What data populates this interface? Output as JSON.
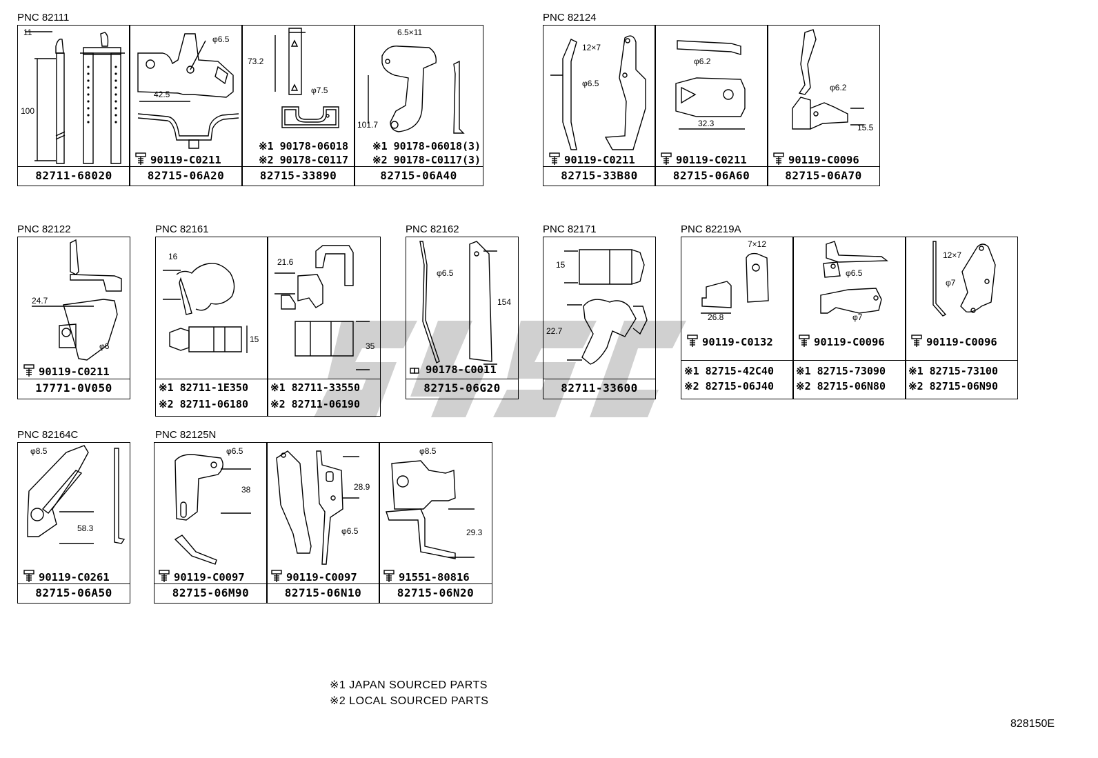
{
  "groups": {
    "g82111": {
      "label": "PNC 82111",
      "c1": {
        "part": "82711-68020",
        "dims": [
          "11",
          "100"
        ]
      },
      "c2": {
        "part": "82715-06A20",
        "bolt": "90119-C0211",
        "dims": [
          "φ6.5",
          "42.5"
        ]
      },
      "c3": {
        "part": "82715-33890",
        "n1": "※1 90178-06018",
        "n2": "※2 90178-C0117",
        "dims": [
          "73.2",
          "φ7.5"
        ]
      },
      "c4": {
        "part": "82715-06A40",
        "n1": "※1 90178-06018(3)",
        "n2": "※2 90178-C0117(3)",
        "dims": [
          "6.5×11",
          "101.7"
        ]
      }
    },
    "g82124": {
      "label": "PNC 82124",
      "c1": {
        "part": "82715-33B80",
        "bolt": "90119-C0211",
        "dims": [
          "12×7",
          "φ6.5"
        ]
      },
      "c2": {
        "part": "82715-06A60",
        "bolt": "90119-C0211",
        "dims": [
          "φ6.2",
          "32.3"
        ]
      },
      "c3": {
        "part": "82715-06A70",
        "bolt": "90119-C0096",
        "dims": [
          "φ6.2",
          "15.5"
        ]
      }
    },
    "g82122": {
      "label": "PNC 82122",
      "c1": {
        "part": "17771-0V050",
        "bolt": "90119-C0211",
        "dims": [
          "24.7",
          "φ6"
        ]
      }
    },
    "g82161": {
      "label": "PNC 82161",
      "c1": {
        "n1": "※1  82711-1E350",
        "n2": "※2  82711-06180",
        "dims": [
          "16",
          "15"
        ]
      },
      "c2": {
        "n1": "※1  82711-33550",
        "n2": "※2  82711-06190",
        "dims": [
          "21.6",
          "35"
        ]
      }
    },
    "g82162": {
      "label": "PNC 82162",
      "c1": {
        "part": "82715-06G20",
        "bolt": "90178-C0011",
        "dims": [
          "φ6.5",
          "154"
        ]
      }
    },
    "g82171": {
      "label": "PNC 82171",
      "c1": {
        "part": "82711-33600",
        "dims": [
          "15",
          "22.7"
        ]
      }
    },
    "g82219A": {
      "label": "PNC 82219A",
      "c1": {
        "n1": "※1  82715-42C40",
        "n2": "※2  82715-06J40",
        "bolt": "90119-C0132",
        "dims": [
          "7×12",
          "26.8"
        ]
      },
      "c2": {
        "n1": "※1  82715-73090",
        "n2": "※2  82715-06N80",
        "bolt": "90119-C0096",
        "dims": [
          "φ6.5",
          "φ7"
        ]
      },
      "c3": {
        "n1": "※1  82715-73100",
        "n2": "※2  82715-06N90",
        "bolt": "90119-C0096",
        "dims": [
          "12×7",
          "φ7"
        ]
      }
    },
    "g82164C": {
      "label": "PNC 82164C",
      "c1": {
        "part": "82715-06A50",
        "bolt": "90119-C0261",
        "dims": [
          "φ8.5",
          "58.3"
        ]
      }
    },
    "g82125N": {
      "label": "PNC 82125N",
      "c1": {
        "part": "82715-06M90",
        "bolt": "90119-C0097",
        "dims": [
          "φ6.5",
          "38"
        ]
      },
      "c2": {
        "part": "82715-06N10",
        "bolt": "90119-C0097",
        "dims": [
          "28.9",
          "φ6.5"
        ]
      },
      "c3": {
        "part": "82715-06N20",
        "bolt": "91551-80816",
        "dims": [
          "φ8.5",
          "29.3"
        ]
      }
    }
  },
  "legend": {
    "line1": "※1 JAPAN SOURCED PARTS",
    "line2": "※2 LOCAL SOURCED PARTS"
  },
  "diagram_code": "828150E"
}
